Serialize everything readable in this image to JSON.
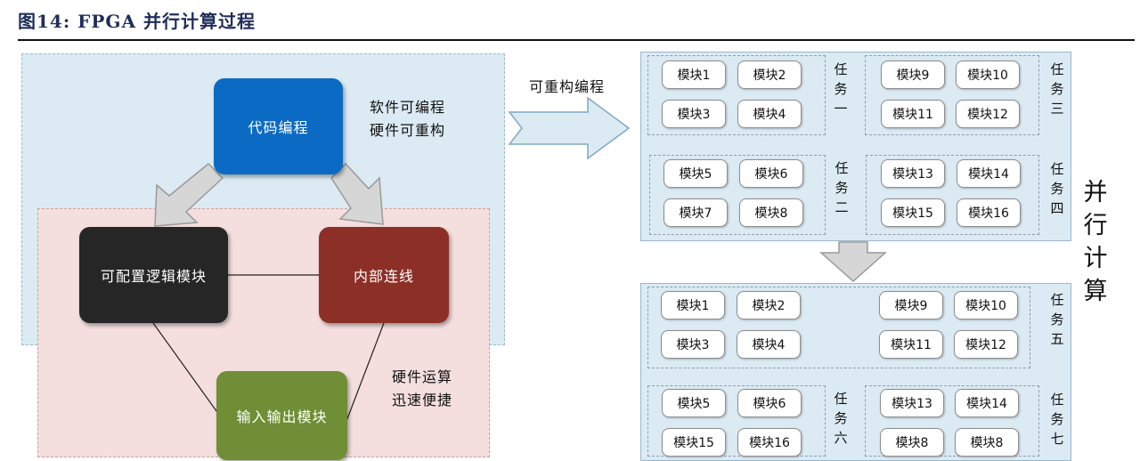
{
  "header": {
    "title": "图14:  FPGA 并行计算过程"
  },
  "left": {
    "code_node": "代码编程",
    "clb_node": "可配置逻辑模块",
    "wire_node": "内部连线",
    "io_node": "输入输出模块",
    "note_top": [
      "软件可编程",
      "硬件可重构"
    ],
    "note_bottom": [
      "硬件运算",
      "迅速便捷"
    ]
  },
  "arrow_label": "可重构编程",
  "parallel_label": "并行计算",
  "panel_top": {
    "groups": [
      {
        "modules": [
          "模块1",
          "模块2",
          "模块3",
          "模块4"
        ],
        "task": "任务一"
      },
      {
        "modules": [
          "模块9",
          "模块10",
          "模块11",
          "模块12"
        ],
        "task": "任务三"
      },
      {
        "modules": [
          "模块5",
          "模块6",
          "模块7",
          "模块8"
        ],
        "task": "任务二"
      },
      {
        "modules": [
          "模块13",
          "模块14",
          "模块15",
          "模块16"
        ],
        "task": "任务四"
      }
    ]
  },
  "panel_bottom": {
    "groups": [
      {
        "modules": [
          "模块1",
          "模块2",
          "模块3",
          "模块4"
        ],
        "task": ""
      },
      {
        "modules": [
          "模块9",
          "模块10",
          "模块11",
          "模块12"
        ],
        "task": "任务五"
      },
      {
        "modules": [
          "模块5",
          "模块6",
          "模块15",
          "模块16"
        ],
        "task": "任务六"
      },
      {
        "modules": [
          "模块13",
          "模块14",
          "模块8",
          "模块8"
        ],
        "task": "任务七"
      }
    ]
  },
  "colors": {
    "code": "#0b6bc4",
    "clb": "#262626",
    "wire": "#8c3027",
    "io": "#6f8e35",
    "zone_blue": "#dbeaf3",
    "zone_pink": "#f4dede"
  }
}
